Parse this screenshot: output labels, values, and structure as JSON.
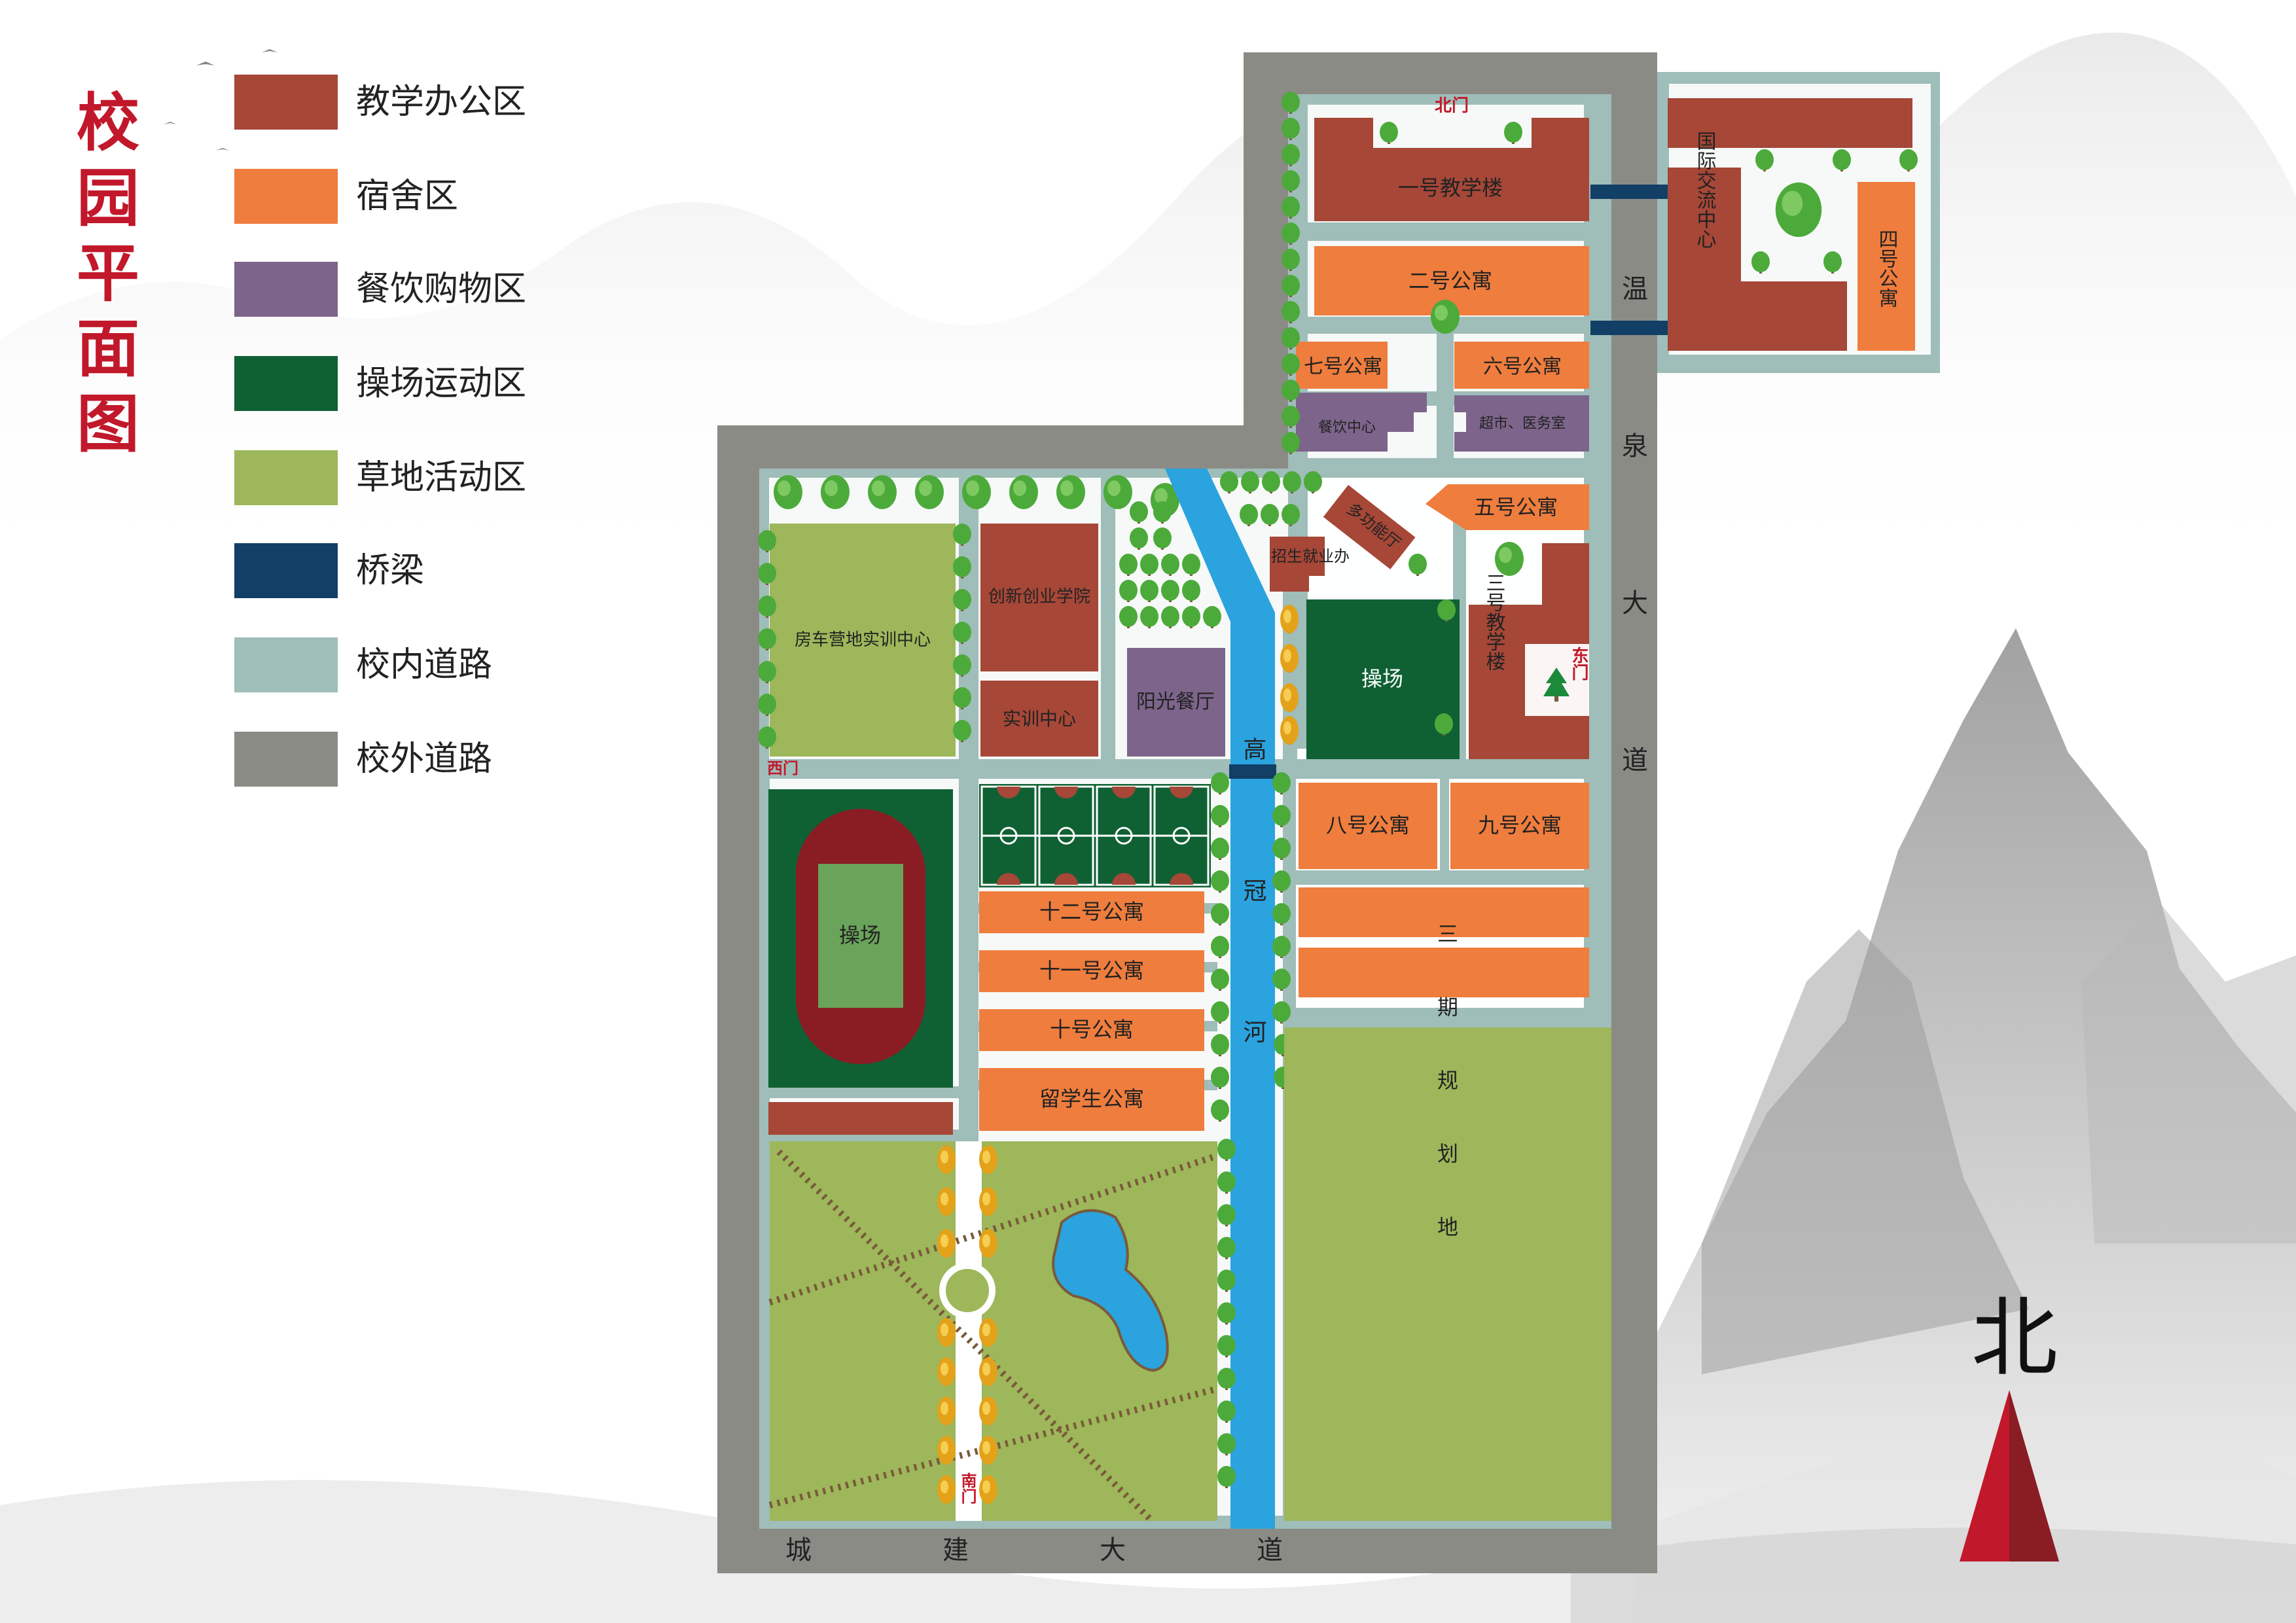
{
  "title_chars": [
    "校",
    "园",
    "平",
    "面",
    "图"
  ],
  "legend": [
    {
      "label": "教学办公区",
      "color": "#a64737"
    },
    {
      "label": "宿舍区",
      "color": "#ef7d3d"
    },
    {
      "label": "餐饮购物区",
      "color": "#7d648b"
    },
    {
      "label": "操场运动区",
      "color": "#0f6134"
    },
    {
      "label": "草地活动区",
      "color": "#9db75a"
    },
    {
      "label": "桥梁",
      "color": "#123f66"
    },
    {
      "label": "校内道路",
      "color": "#9fbdb9"
    },
    {
      "label": "校外道路",
      "color": "#8b8b86"
    }
  ],
  "roads": {
    "east": "温泉大道",
    "south": "城建大道"
  },
  "river": "高冠河",
  "gates": {
    "north": "北门",
    "west": "西门",
    "south": "南门",
    "east": "东门"
  },
  "buildings": {
    "teaching1": "一号教学楼",
    "apt2": "二号公寓",
    "apt7": "七号公寓",
    "apt6": "六号公寓",
    "dining": "餐饮中心",
    "market": "超市、医务室",
    "intl": "国际交流中心",
    "apt4": "四号公寓",
    "rv": "房车营地实训中心",
    "innovation": "创新创业学院",
    "training": "实训中心",
    "sunshine": "阳光餐厅",
    "recruit": "招生就业办",
    "multi": "多功能厅",
    "apt5": "五号公寓",
    "field_north": "操场",
    "teaching3": "三号教学楼",
    "apt8": "八号公寓",
    "apt9": "九号公寓",
    "apt12": "十二号公寓",
    "apt11": "十一号公寓",
    "apt10": "十号公寓",
    "intl_students": "留学生公寓",
    "field_west": "操场",
    "phase3": "三期规划地"
  },
  "north_label": "北",
  "colors": {
    "teaching": "#a64737",
    "dorm": "#ef7d3d",
    "dining": "#7d648b",
    "sports": "#0f6134",
    "grass": "#9db75a",
    "bridge": "#123f66",
    "campus_road": "#9fbdb9",
    "outer_road": "#8b8b86",
    "river": "#2aa3df",
    "accent": "#c2182b"
  }
}
